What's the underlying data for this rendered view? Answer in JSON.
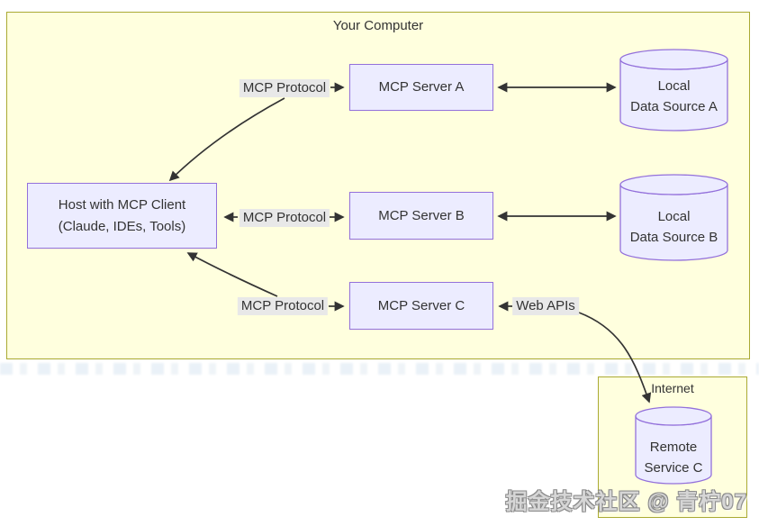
{
  "diagram": {
    "clusters": {
      "your_computer": {
        "title": "Your Computer"
      },
      "internet": {
        "title": "Internet"
      }
    },
    "nodes": {
      "host": {
        "line1": "Host with MCP Client",
        "line2": "(Claude, IDEs, Tools)"
      },
      "server_a": {
        "label": "MCP Server A"
      },
      "server_b": {
        "label": "MCP Server B"
      },
      "server_c": {
        "label": "MCP Server C"
      },
      "data_source_a": {
        "line1": "Local",
        "line2": "Data Source A"
      },
      "data_source_b": {
        "line1": "Local",
        "line2": "Data Source B"
      },
      "remote_service_c": {
        "line1": "Remote",
        "line2": "Service C"
      }
    },
    "edge_labels": {
      "mcp_protocol_top": "MCP Protocol",
      "mcp_protocol_middle": "MCP Protocol",
      "mcp_protocol_bottom": "MCP Protocol",
      "web_apis": "Web APIs"
    },
    "watermark": "掘金技术社区 @ 青柠07",
    "colors": {
      "cluster_fill": "#ffffde",
      "cluster_stroke": "#aaaa33",
      "node_fill": "#ECECFF",
      "node_stroke": "#9370DB",
      "edge_label_bg": "#e8e8e8",
      "edge_stroke": "#333333",
      "text": "#333333"
    }
  }
}
